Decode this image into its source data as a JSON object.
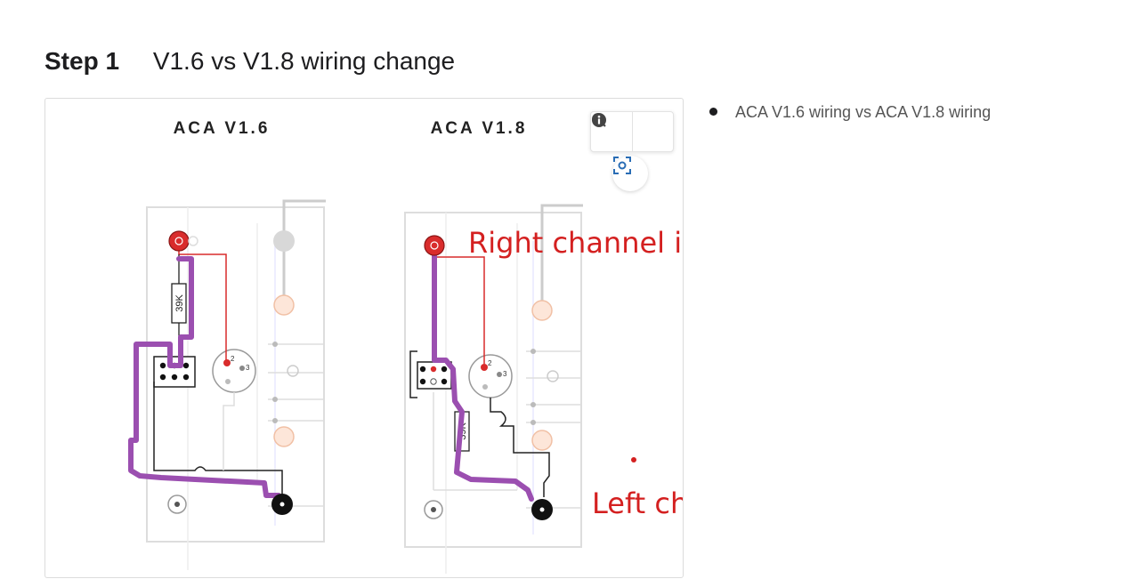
{
  "step": {
    "label": "Step 1",
    "title": "V1.6 vs V1.8 wiring change"
  },
  "diagram": {
    "left_panel_title": "ACA V1.6",
    "right_panel_title": "ACA V1.8",
    "left_resistor_label": "39K",
    "right_resistor_label": "39K",
    "left_jack_pin_2": "2",
    "left_jack_pin_3": "3",
    "right_jack_pin_2": "2",
    "right_jack_pin_3": "3",
    "annotation_input": "Right channel input",
    "annotation_output": "Left channel output",
    "annotation_color": "#d42020",
    "wire_color": "#9b4fb0",
    "signal_wire_color": "#d92c2c"
  },
  "toolbar": {
    "zoom_icon": "zoom-in-icon",
    "info_icon": "info-icon",
    "fit_icon": "fit-to-screen-icon"
  },
  "bullets": [
    {
      "text": "ACA V1.6 wiring vs ACA V1.8 wiring"
    }
  ]
}
